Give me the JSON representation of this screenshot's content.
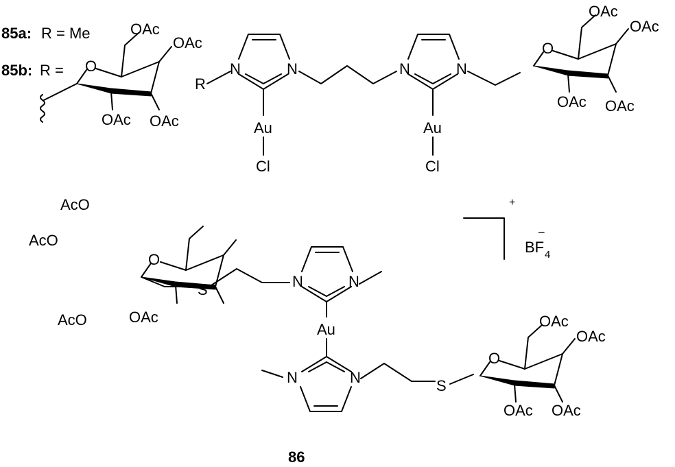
{
  "compound_85a": {
    "label": "85a:",
    "r_def": "R = Me"
  },
  "compound_85b": {
    "label": "85b:",
    "r_def": "R ="
  },
  "compound_86": {
    "label": "86"
  },
  "atoms": {
    "oac": "OAc",
    "aco": "AcO",
    "n": "N",
    "au": "Au",
    "cl": "Cl",
    "r": "R",
    "s": "S",
    "o": "O",
    "bf": "BF",
    "sub4": "4",
    "plus": "+",
    "minus": "−"
  }
}
